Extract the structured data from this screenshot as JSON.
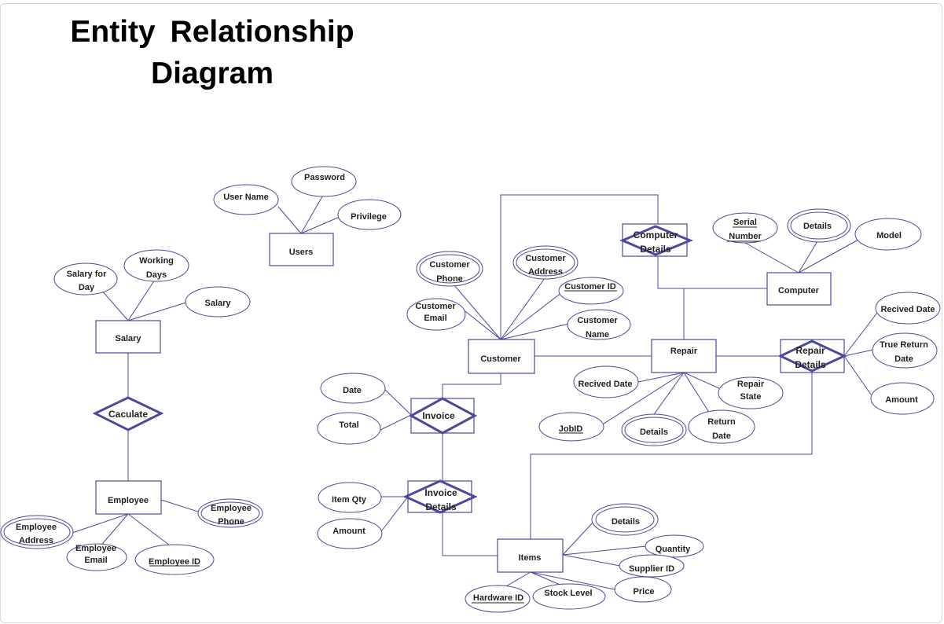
{
  "title": {
    "line1": "Entity Relationship",
    "line2": "Diagram"
  },
  "colors": {
    "stroke": "#4b4a9c",
    "diamond": "#4b4a9c",
    "text": "#222222",
    "background": "#ffffff"
  },
  "entities": {
    "users": "Users",
    "salary": "Salary",
    "employee": "Employee",
    "customer": "Customer",
    "invoice": "Invoice",
    "invoice_details": "Invoice Details",
    "items": "Items",
    "repair": "Repair",
    "computer": "Computer",
    "computer_details": "Computer Details",
    "repair_details": "Repair Details"
  },
  "relationships": {
    "caculate": "Caculate"
  },
  "attributes": {
    "user_name": "User Name",
    "password": "Password",
    "privilege": "Privilege",
    "salary_for_day": "Salary for Day",
    "working_days": "Working Days",
    "salary": "Salary",
    "employee_phone": "Employee Phone",
    "employee_address": "Employee Address",
    "employee_email": "Employee Email",
    "employee_id": "Employee ID",
    "customer_phone": "Customer Phone",
    "customer_address": "Customer Address",
    "customer_id": "Customer ID",
    "customer_email": "Customer Email",
    "customer_name": "Customer Name",
    "date": "Date",
    "total": "Total",
    "item_qty": "Item  Qty",
    "amount_invoice": "Amount",
    "items_details": "Details",
    "quantity": "Quantity",
    "supplier_id": "Supplier ID",
    "price": "Price",
    "stock_level": "Stock Level",
    "hardware_id": "Hardware  ID",
    "recived_date_repair": "Recived Date",
    "repair_state": "Repair State",
    "jobid": "JobID",
    "repair_attr_details": "Details",
    "return_date": "Return Date",
    "serial_number": "Serial Number",
    "computer_attr_details": "Details",
    "model": "Model",
    "recived_date_rd": "Recived Date",
    "true_return_date": "True  Return Date",
    "amount_rd": "Amount"
  }
}
